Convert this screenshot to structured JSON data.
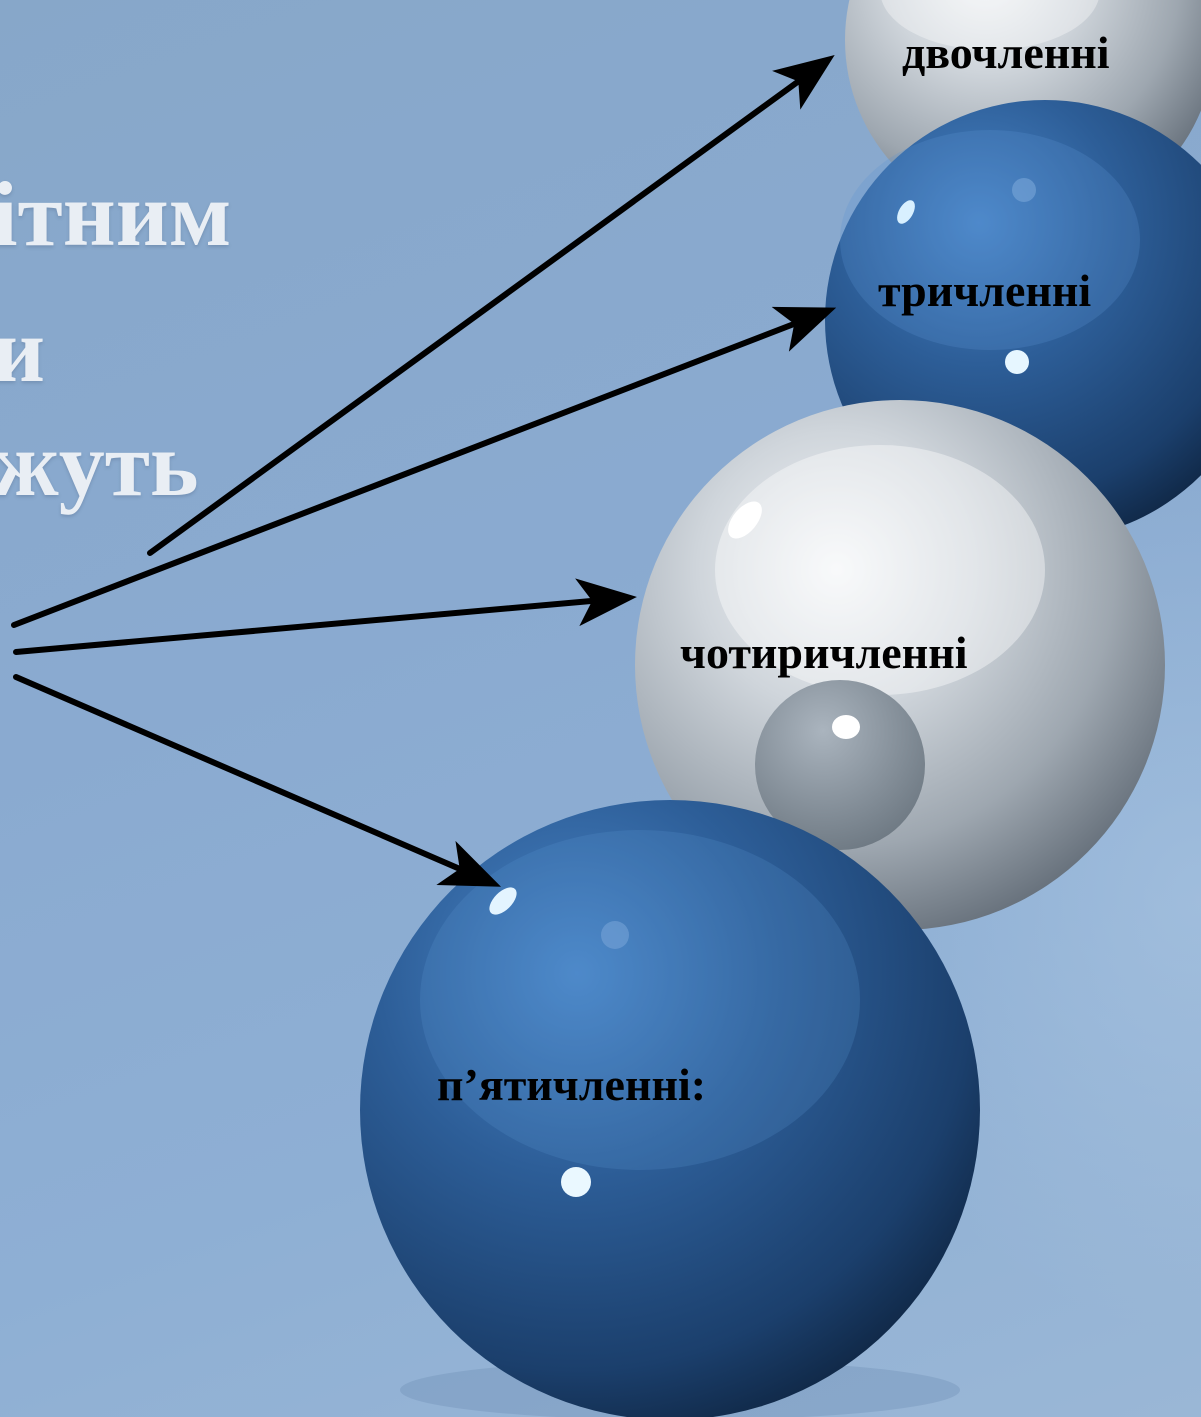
{
  "heading": {
    "line1": "ітним",
    "line2": "и",
    "line3": "жуть"
  },
  "balls": [
    {
      "label": "двочленні",
      "color": "silver"
    },
    {
      "label": "тричленні",
      "color": "blue"
    },
    {
      "label": "чотиричленні",
      "color": "silver"
    },
    {
      "label": "п’ятичленні:",
      "color": "blue"
    }
  ],
  "colors": {
    "background": "#8aaad0",
    "blue_ball": "#2f5f96",
    "silver_ball": "#c4ccd4",
    "arrow": "#000000",
    "heading_text": "#e9eef4"
  }
}
